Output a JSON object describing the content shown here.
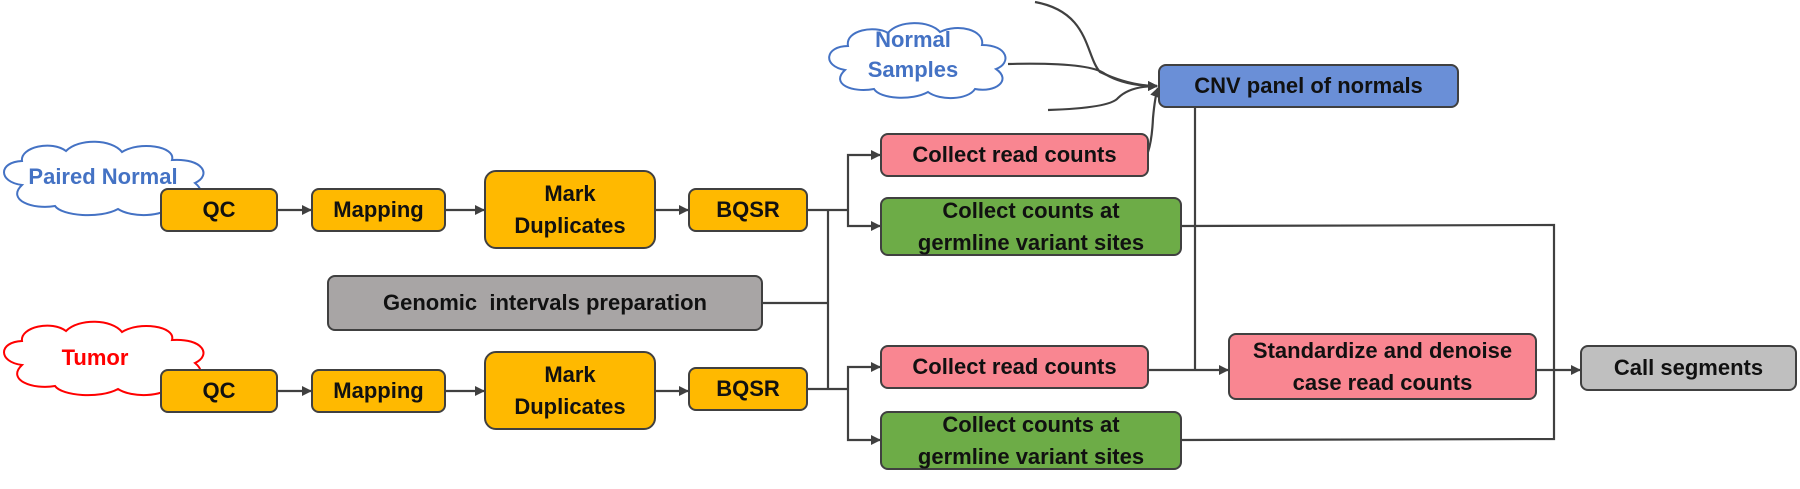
{
  "colors": {
    "orange": "#FFB900",
    "red": "#F98691",
    "green": "#6DAC47",
    "blue": "#6A8FD7",
    "gray": "#A8A5A5",
    "lightgray": "#BFBFBF",
    "normal_text": "#4472C4",
    "tumor_text": "#FF0000",
    "line": "#404040"
  },
  "clouds": {
    "normal_samples": "Normal\nSamples",
    "paired_normal": "Paired Normal",
    "tumor": "Tumor"
  },
  "pon": "CNV panel of normals",
  "normal_row": {
    "qc": "QC",
    "mapping": "Mapping",
    "mark_duplicates": "Mark\nDuplicates",
    "bqsr": "BQSR",
    "collect_read_counts": "Collect read counts",
    "collect_allelic": "Collect counts at\ngermline variant sites"
  },
  "intervals": "Genomic  intervals preparation",
  "tumor_row": {
    "qc": "QC",
    "mapping": "Mapping",
    "mark_duplicates": "Mark\nDuplicates",
    "bqsr": "BQSR",
    "collect_read_counts": "Collect read counts",
    "collect_allelic": "Collect counts at\ngermline variant sites"
  },
  "denoise": "Standardize and denoise\ncase read counts",
  "call_segments": "Call segments"
}
